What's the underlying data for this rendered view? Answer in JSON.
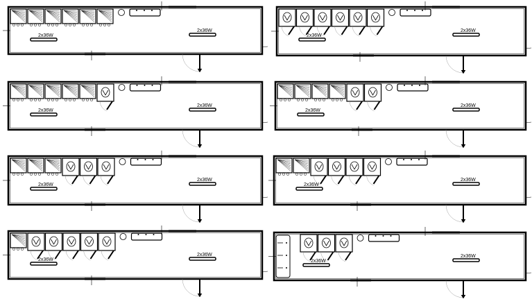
{
  "colors": {
    "line": "#000000",
    "background": "#ffffff",
    "door_arc": "#888888"
  },
  "panels": [
    {
      "id": "layout-1",
      "showers": 6,
      "toilets": 0,
      "urinal_trough": false,
      "lamp_labels": [
        "2x36W",
        "2x36W"
      ]
    },
    {
      "id": "layout-2",
      "showers": 0,
      "toilets": 6,
      "urinal_trough": false,
      "lamp_labels": [
        "2x36W",
        "2x36W"
      ]
    },
    {
      "id": "layout-3",
      "showers": 5,
      "toilets": 1,
      "urinal_trough": false,
      "lamp_labels": [
        "2x36W",
        "2x36W"
      ]
    },
    {
      "id": "layout-4",
      "showers": 4,
      "toilets": 2,
      "urinal_trough": false,
      "lamp_labels": [
        "2x36W",
        "2x36W"
      ]
    },
    {
      "id": "layout-5",
      "showers": 3,
      "toilets": 3,
      "urinal_trough": false,
      "lamp_labels": [
        "2x36W",
        "2x36W"
      ]
    },
    {
      "id": "layout-6",
      "showers": 2,
      "toilets": 4,
      "urinal_trough": false,
      "lamp_labels": [
        "2x36W",
        "2x36W"
      ]
    },
    {
      "id": "layout-7",
      "showers": 1,
      "toilets": 5,
      "urinal_trough": false,
      "lamp_labels": [
        "2x36W",
        "2x36W"
      ]
    },
    {
      "id": "layout-8",
      "showers": 0,
      "toilets": 3,
      "urinal_trough": true,
      "lamp_labels": [
        "2x36W",
        "2x36W"
      ]
    }
  ]
}
